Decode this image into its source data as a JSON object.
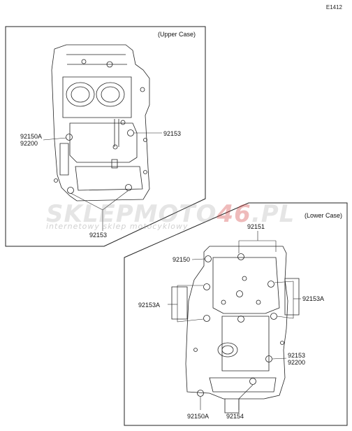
{
  "diagram_code": "E1412",
  "upper_case": {
    "title": "(Upper Case)",
    "labels": {
      "part_92150A": "92150A",
      "part_92200": "92200",
      "part_92153_right": "92153",
      "part_92153_bottom": "92153"
    }
  },
  "lower_case": {
    "title": "(Lower Case)",
    "labels": {
      "part_92151": "92151",
      "part_92150": "92150",
      "part_92153A_left": "92153A",
      "part_92153A_right": "92153A",
      "part_92153": "92153",
      "part_92200": "92200",
      "part_92150A": "92150A",
      "part_92154": "92154"
    }
  },
  "watermark": {
    "brand_a": "SKLEPMOTO",
    "brand_b": "46",
    "brand_c": ".PL",
    "tagline": "internetowy sklep motocyklowy"
  }
}
